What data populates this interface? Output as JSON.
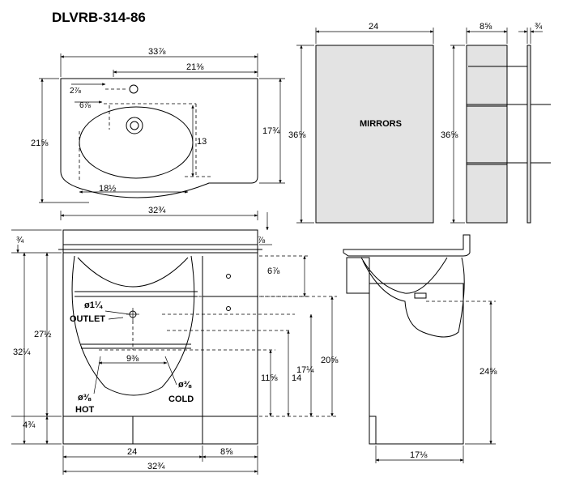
{
  "model": "DLVRB-314-86",
  "mirrors_label": "MIRRORS",
  "callouts": {
    "outlet": "OUTLET",
    "hot": "HOT",
    "cold": "COLD",
    "outlet_dia": "ø1¼",
    "hot_dia": "ø⅜",
    "cold_dia": "ø⅜"
  },
  "top_view": {
    "overall_width": "33⅞",
    "bowl_edge_width": "21⅜",
    "depth": "21⅝",
    "right_depth": "17¾",
    "bowl_length": "13",
    "bowl_width": "18½",
    "faucet_offset": "2⅞",
    "drain_offset": "6⅞",
    "base_width": "32¾"
  },
  "mirror_view": {
    "width": "24",
    "height": "36⅝",
    "shelf_width": "8⅝",
    "shelf_height": "36⅝",
    "thickness": "¾"
  },
  "front_view": {
    "top_thickness": "¾",
    "counter_thickness": "⅞",
    "drawer_offset": "6⅞",
    "overall_height": "32¼",
    "cabinet_height": "27½",
    "plinth_height": "4¾",
    "supply_spacing": "9⅜",
    "supply_height": "11⅝",
    "outlet_height": "14",
    "drawer_height": "17¼",
    "side_height": "20⅝",
    "cabinet_width": "24",
    "drawer_width": "8⅝",
    "overall_width": "32¾"
  },
  "side_view": {
    "height": "24⅝",
    "depth": "17⅛"
  }
}
